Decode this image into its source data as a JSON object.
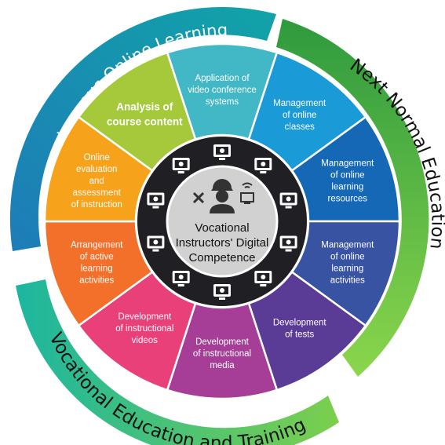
{
  "center": {
    "lines": [
      "Vocational",
      "Instructors' Digital",
      "Competence"
    ],
    "icon": "worker-with-tools-and-devices-icon"
  },
  "outer_arcs": {
    "top_left": "Synchronous Online Learning",
    "right": "Next Normal Education",
    "bottom": "Vocational Education and Training"
  },
  "segments": [
    {
      "lines": [
        "Application of",
        "video conference",
        "systems"
      ],
      "color": "#42b8c6",
      "icon": "video-conference-icon"
    },
    {
      "lines": [
        "Management",
        "of online",
        "classes"
      ],
      "color": "#1a9ad6",
      "icon": "online-class-icon"
    },
    {
      "lines": [
        "Management",
        "of online",
        "learning",
        "resources"
      ],
      "color": "#1468b6",
      "icon": "web-resources-icon"
    },
    {
      "lines": [
        "Management",
        "of online",
        "learning",
        "activities"
      ],
      "color": "#3953a3",
      "icon": "online-activities-icon"
    },
    {
      "lines": [
        "Development",
        "of tests"
      ],
      "color": "#5a3b95",
      "icon": "test-checklist-icon"
    },
    {
      "lines": [
        "Development",
        "of instructional",
        "media"
      ],
      "color": "#a63e97",
      "icon": "instructional-media-icon"
    },
    {
      "lines": [
        "Development",
        "of instructional",
        "videos"
      ],
      "color": "#e9407a",
      "icon": "video-player-icon"
    },
    {
      "lines": [
        "Arrangement",
        "of active",
        "learning",
        "activities"
      ],
      "color": "#f3702a",
      "icon": "gears-activities-icon"
    },
    {
      "lines": [
        "Online",
        "evaluation",
        "and",
        "assessment",
        "of instruction"
      ],
      "color": "#f7a21b",
      "icon": "evaluation-icon"
    },
    {
      "lines": [
        "Analysis of",
        "course content"
      ],
      "color": "#a5c93b",
      "icon": "content-analysis-icon",
      "bold": true
    }
  ],
  "colors": {
    "arc_teal": "#11a3a8",
    "arc_blue": "#1e7cb8",
    "arc_green": "#6cc63e",
    "arc_green_dark": "#2e9a3e",
    "arc_bottom_teal": "#1cb6a0",
    "arc_bottom_green": "#7ccf4b",
    "icon_ring": "#1f1f24",
    "center_fill": "#d1d1d1"
  }
}
